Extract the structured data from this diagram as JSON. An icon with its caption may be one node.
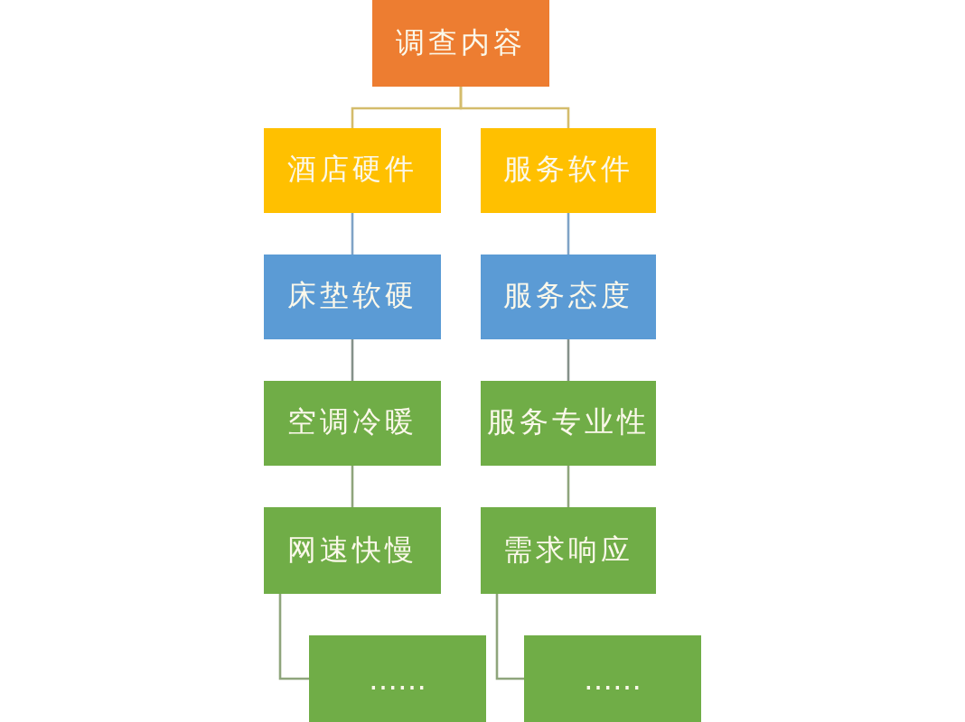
{
  "diagram": {
    "nodes": [
      {
        "text": [
          "调查内容"
        ]
      },
      {
        "text": [
          "酒店硬件"
        ]
      },
      {
        "text": [
          "服务软件"
        ]
      },
      {
        "text": [
          "床垫软硬"
        ]
      },
      {
        "text": [
          "服务态度"
        ]
      },
      {
        "text": [
          "空调冷暖"
        ]
      },
      {
        "text": [
          "服务专业性"
        ]
      },
      {
        "text": [
          "网速快慢"
        ]
      },
      {
        "text": [
          "需求响应"
        ]
      },
      {
        "text": [
          "……"
        ]
      },
      {
        "text": [
          "……"
        ]
      }
    ],
    "edges": [
      {
        "from": 0,
        "to": 1,
        "arrow": "none",
        "color": "#d4bc6c"
      },
      {
        "from": 0,
        "to": 2,
        "arrow": "none",
        "color": "#d4bc6c"
      },
      {
        "from": 1,
        "to": 3,
        "arrow": "none",
        "color": "#7fa3c6"
      },
      {
        "from": 2,
        "to": 4,
        "arrow": "none",
        "color": "#7fa3c6"
      },
      {
        "from": 3,
        "to": 5,
        "arrow": "none",
        "color": "#85918a"
      },
      {
        "from": 4,
        "to": 6,
        "arrow": "none",
        "color": "#85918a"
      },
      {
        "from": 5,
        "to": 7,
        "arrow": "none"
      },
      {
        "from": 6,
        "to": 8,
        "arrow": "none"
      },
      {
        "from": 7,
        "to": 9,
        "arrow": "none"
      },
      {
        "from": 8,
        "to": 10,
        "arrow": "none"
      }
    ]
  }
}
